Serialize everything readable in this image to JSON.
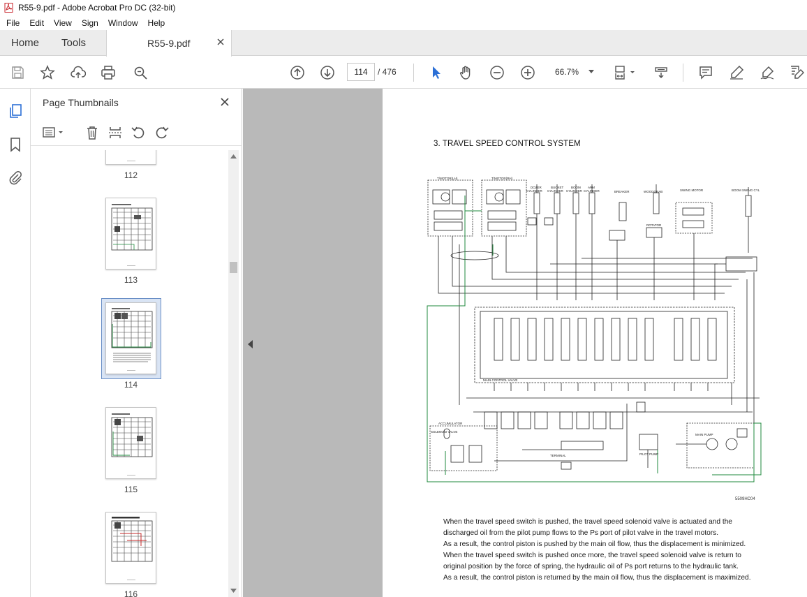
{
  "window": {
    "title": "R55-9.pdf - Adobe Acrobat Pro DC (32-bit)"
  },
  "menu": [
    "File",
    "Edit",
    "View",
    "Sign",
    "Window",
    "Help"
  ],
  "tabs": {
    "home": "Home",
    "tools": "Tools",
    "document": "R55-9.pdf"
  },
  "toolbar": {
    "page_current": "114",
    "page_total": "/ 476",
    "zoom": "66.7%"
  },
  "sidebar": {
    "title": "Page Thumbnails",
    "thumbnails": [
      {
        "label": "112",
        "selected": false
      },
      {
        "label": "113",
        "selected": false
      },
      {
        "label": "114",
        "selected": true
      },
      {
        "label": "115",
        "selected": false
      },
      {
        "label": "116",
        "selected": false
      }
    ]
  },
  "document": {
    "heading": "3. TRAVEL SPEED CONTROL SYSTEM",
    "figure_code": "5509HC04",
    "schematic_labels": {
      "tmotor_lh": "T/MOTOR(LH)",
      "tmotor_rh": "T/MOTOR(RH)",
      "dozer": "DOZER",
      "bucket": "BUCKET",
      "boom": "BOOM",
      "arm": "ARM",
      "cylinder": "CYLINDER",
      "breaker": "BREAKER",
      "woodgrab": "WOODGRAB",
      "swing_motor": "SWING MOTOR",
      "boom_swing_cyl": "BOOM SWING CYL",
      "rotator": "ROTATOR",
      "main_control_valve": "MAIN CONTROL VALVE",
      "accumulator": "ACCUMULATOR",
      "solenoid_valve": "SOLENOID VALVE",
      "main_pump": "MAIN PUMP",
      "terminal": "TERMINAL",
      "pilot_pump": "PILOT PUMP"
    },
    "paragraphs": [
      "When the travel speed switch is pushed, the travel speed solenoid valve is actuated and the",
      "discharged oil from the pilot pump flows to the Ps port of pilot valve in the travel motors.",
      "As a result, the control piston is pushed by the main oil flow, thus the displacement is minimized.",
      "When the travel speed switch is pushed once more, the travel speed solenoid valve is return to",
      "original position by the force of spring, the hydraulic oil of Ps port returns to the hydraulic tank.",
      "As a result, the control piston is returned by the main oil flow, thus the displacement is maximized."
    ]
  },
  "colors": {
    "accent": "#2b6fd6",
    "pilot_line": "#1f8a3c",
    "canvas": "#b9b9b9"
  }
}
